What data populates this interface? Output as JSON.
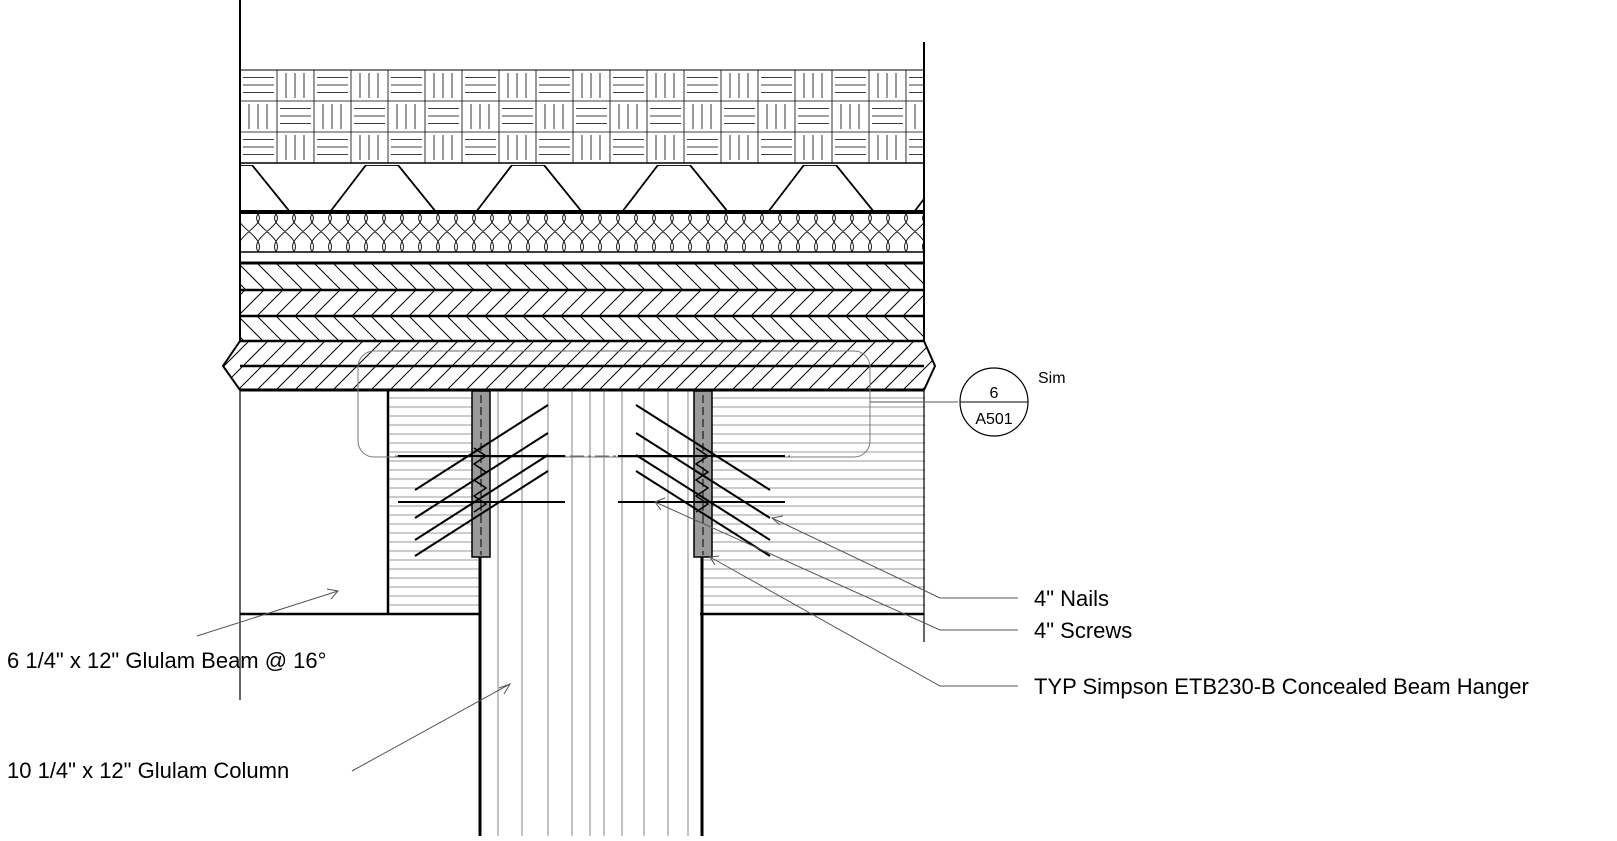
{
  "detail_tag": {
    "number": "6",
    "sheet": "A501",
    "note": "Sim"
  },
  "callouts": {
    "nails": "4\" Nails",
    "screws": "4\" Screws",
    "hanger": "TYP Simpson ETB230-B Concealed Beam Hanger",
    "beam": "6 1/4\" x 12\" Glulam Beam @ 16°",
    "column": "10 1/4\" x 12\" Glulam Column"
  },
  "colors": {
    "line": "#000000",
    "leader": "#555555",
    "hanger_plate": "#9a9a9a",
    "background": "#ffffff"
  }
}
